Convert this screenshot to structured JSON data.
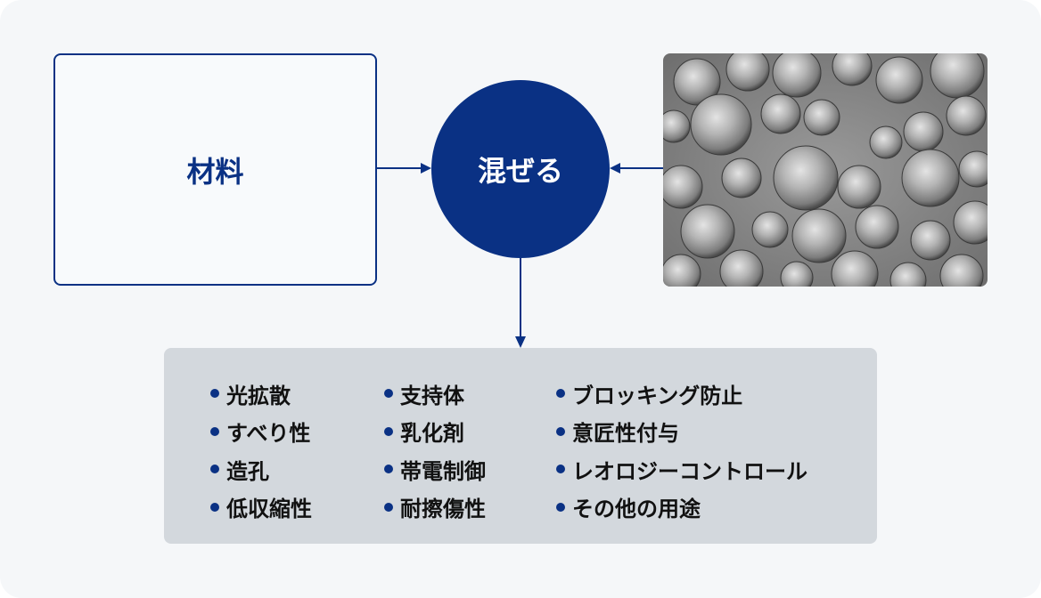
{
  "material_label": "材料",
  "mix_label": "混ぜる",
  "photo": {
    "description_icon": "microscope-particles-image"
  },
  "uses": {
    "columns": [
      {
        "items": [
          "光拡散",
          "すべり性",
          "造孔",
          "低収縮性"
        ]
      },
      {
        "items": [
          "支持体",
          "乳化剤",
          "帯電制御",
          "耐擦傷性"
        ]
      },
      {
        "items": [
          "ブロッキング防止",
          "意匠性付与",
          "レオロジーコントロール",
          "その他の用途"
        ]
      }
    ]
  },
  "colors": {
    "accent": "#0a3184",
    "panel": "#d3d8dd",
    "background": "#f5f7f9"
  }
}
